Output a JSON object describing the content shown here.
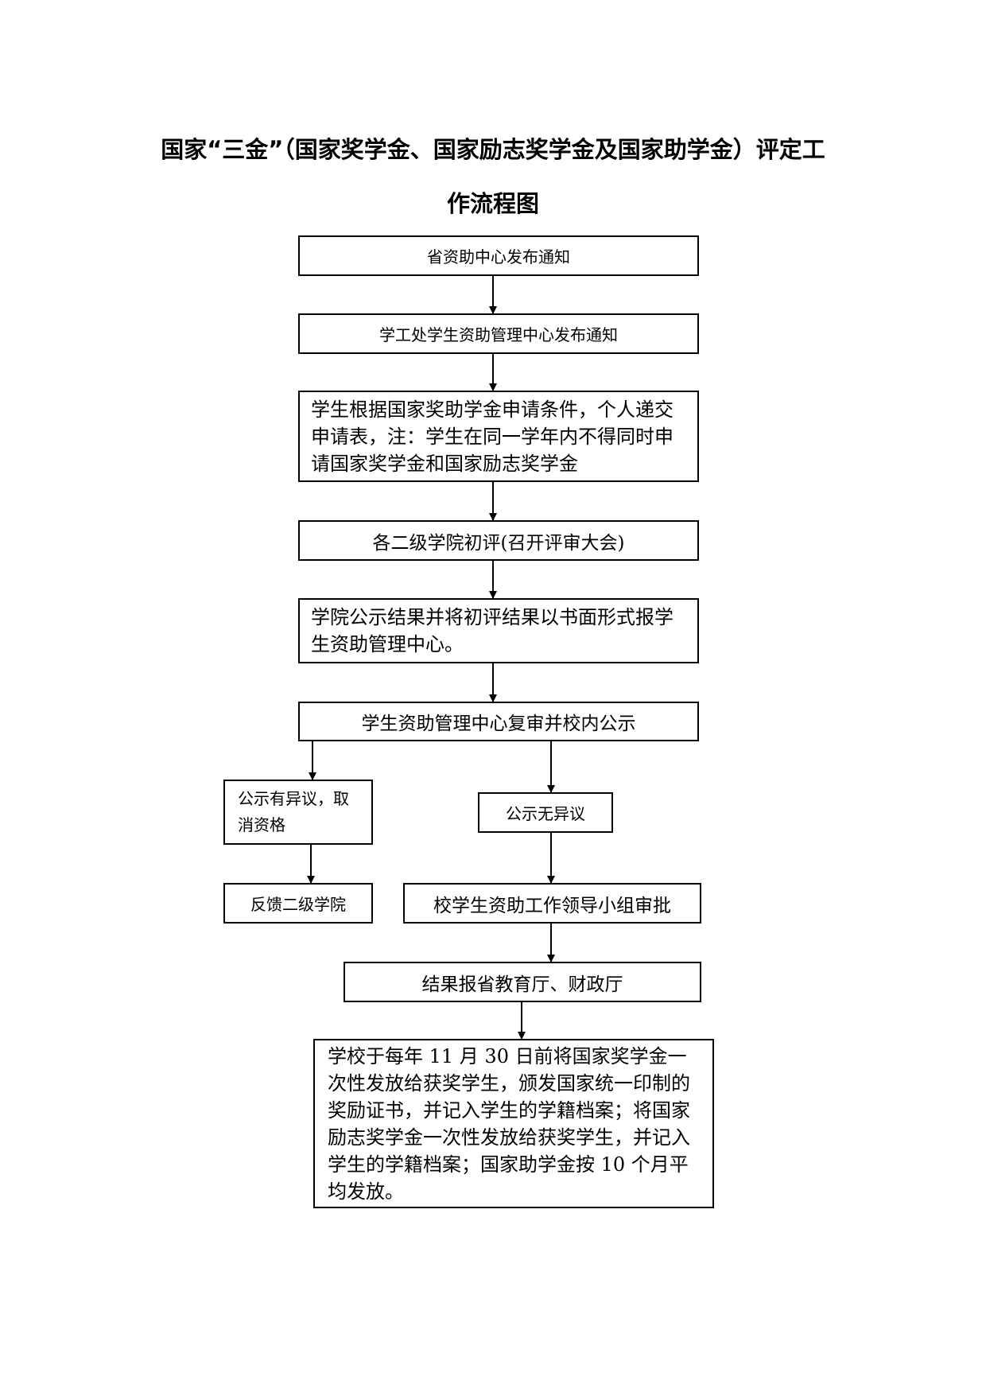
{
  "title_line1": "国家“三金”（国家奖学金、国家励志奖学金及国家助学金）评定工",
  "title_line2": "作流程图",
  "nodes": {
    "n1": "省资助中心发布通知",
    "n2": "学工处学生资助管理中心发布通知",
    "n3": "学生根据国家奖助学金申请条件，个人递交申请表，注：学生在同一学年内不得同时申请国家奖学金和国家励志奖学金",
    "n4": "各二级学院初评(召开评审大会)",
    "n5": "学院公示结果并将初评结果以书面形式报学生资助管理中心。",
    "n6": "学生资助管理中心复审并校内公示",
    "n7": "公示有异议，取消资格",
    "n8": "公示无异议",
    "n9": "反馈二级学院",
    "n10": "校学生资助工作领导小组审批",
    "n11": "结果报省教育厅、财政厅",
    "n12": "学校于每年 11 月 30 日前将国家奖学金一次性发放给获奖学生，颁发国家统一印制的奖励证书，并记入学生的学籍档案；将国家励志奖学金一次性发放给获奖学生，并记入学生的学籍档案；国家助学金按 10 个月平均发放。"
  }
}
